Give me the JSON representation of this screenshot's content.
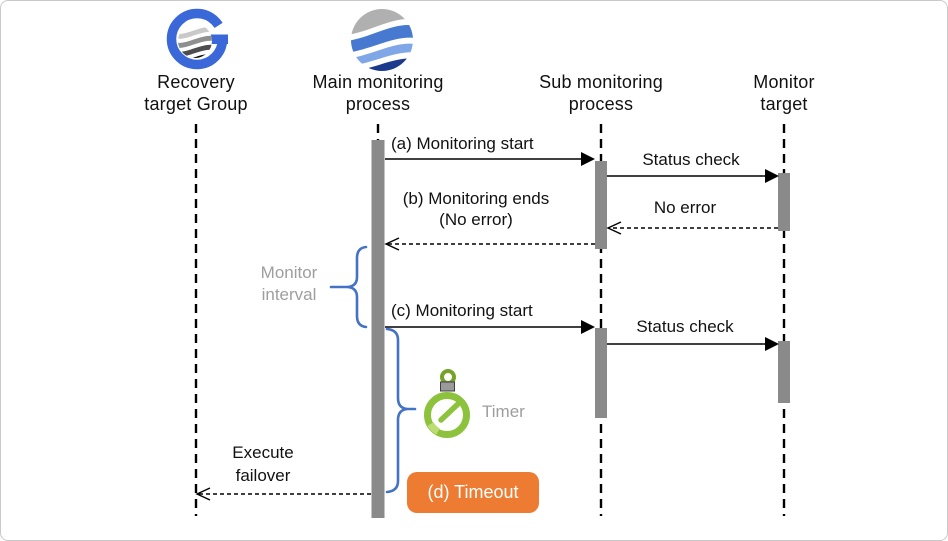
{
  "lifelines": [
    {
      "id": "recovery-target-group",
      "line1": "Recovery",
      "line2": "target Group",
      "icon": "g-waves-logo-icon"
    },
    {
      "id": "main-monitoring-process",
      "line1": "Main monitoring",
      "line2": "process",
      "icon": "globe-waves-logo-icon"
    },
    {
      "id": "sub-monitoring-process",
      "line1": "Sub monitoring",
      "line2": "process",
      "icon": ""
    },
    {
      "id": "monitor-target",
      "line1": "Monitor",
      "line2": "target",
      "icon": ""
    }
  ],
  "messages": {
    "a_monitoring_start": "(a) Monitoring start",
    "status_check_1": "Status check",
    "no_error": "No error",
    "b_monitoring_ends_line1": "(b) Monitoring ends",
    "b_monitoring_ends_line2": "(No error)",
    "c_monitoring_start": "(c) Monitoring start",
    "status_check_2": "Status check",
    "execute_failover_line1": "Execute",
    "execute_failover_line2": "failover"
  },
  "annotations": {
    "monitor_interval_line1": "Monitor",
    "monitor_interval_line2": "interval",
    "timer_label": "Timer",
    "timeout_label": "(d) Timeout"
  },
  "colors": {
    "brace_blue": "#4472c4",
    "activation_bar_gray": "#8a8a8a",
    "timeout_orange": "#ed7b31",
    "timer_green": "#8cc23c",
    "gray_label": "#9e9e9e",
    "logo_blue": "#3a68d8",
    "logo_navy": "#1b3a8c"
  }
}
